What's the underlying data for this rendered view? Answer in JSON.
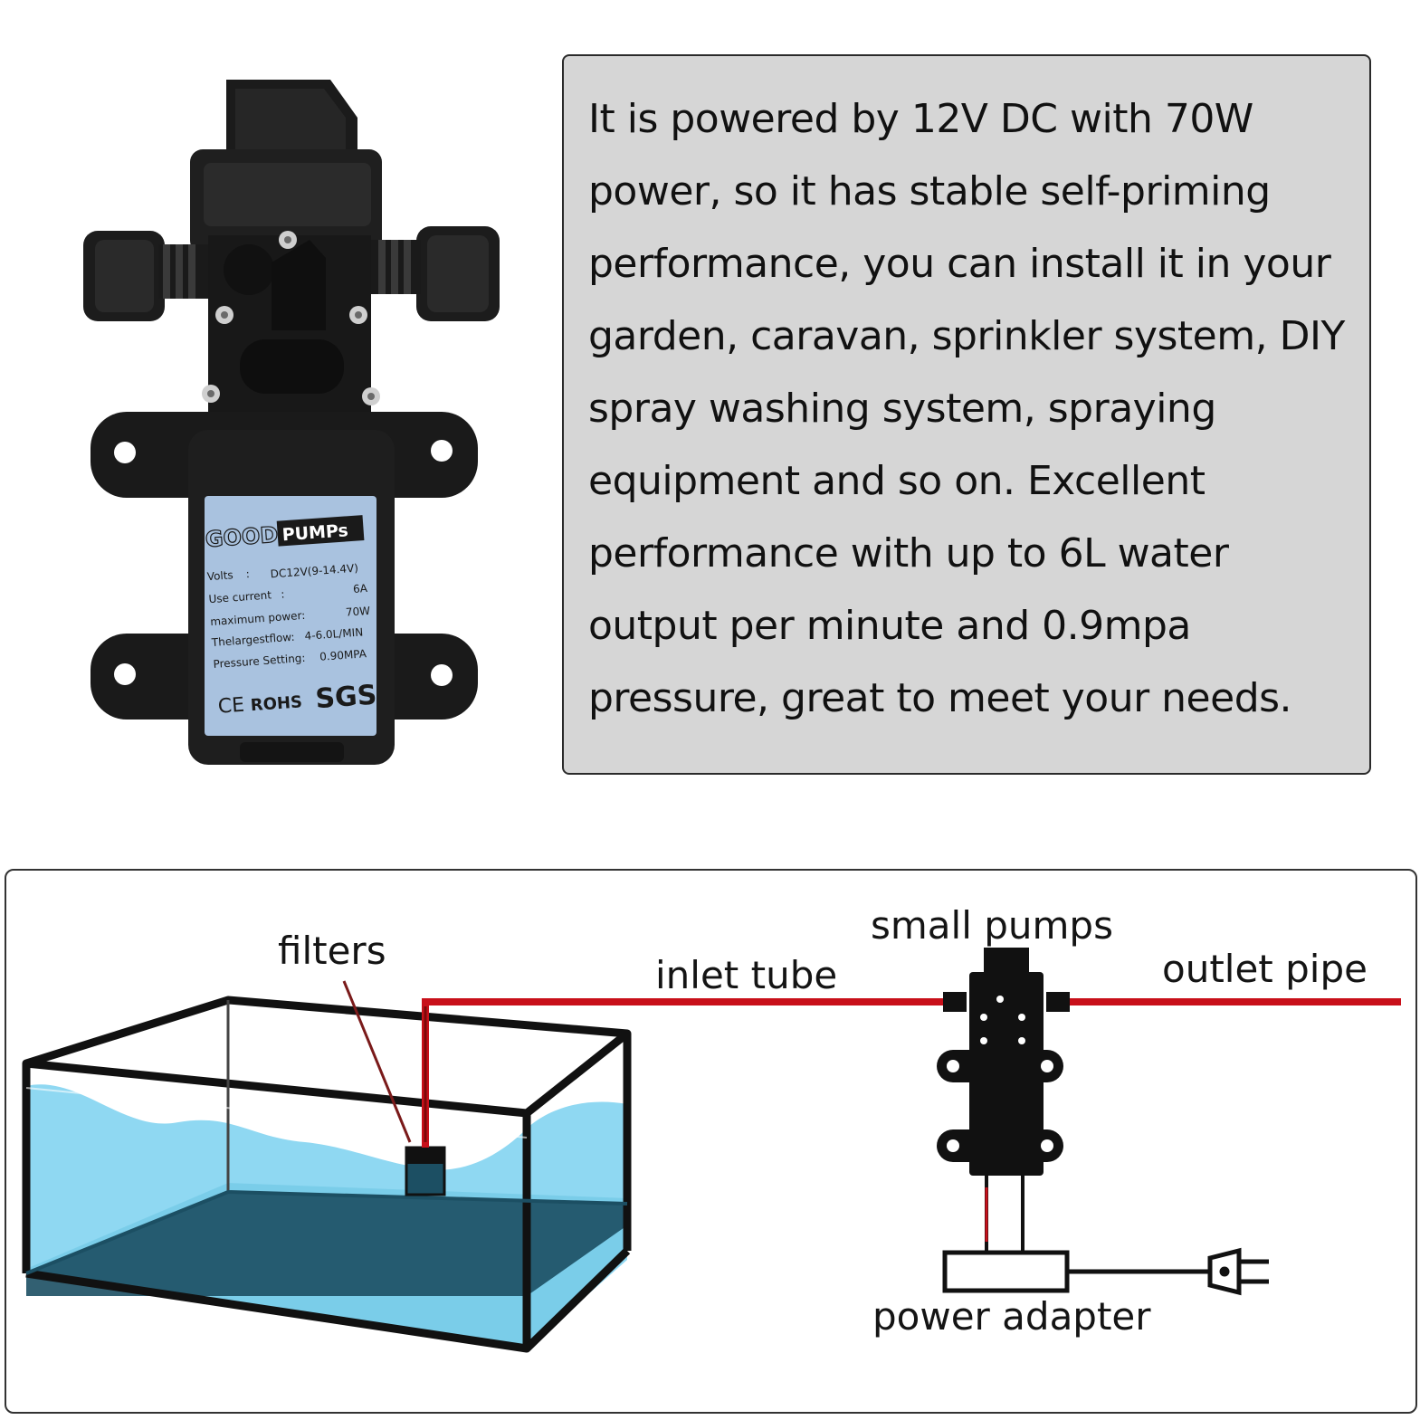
{
  "product": {
    "label": {
      "brand_left": "GOOD",
      "brand_right": "PUMPs",
      "specs": [
        {
          "key": "Volts",
          "sep": ":",
          "value": "DC12V(9-14.4V)"
        },
        {
          "key": "Use current",
          "sep": ":",
          "value": "6A"
        },
        {
          "key": "maximum power:",
          "sep": "",
          "value": "70W"
        },
        {
          "key": "Thelargestflow:",
          "sep": "",
          "value": "4-6.0L/MIN"
        },
        {
          "key": "Pressure Setting:",
          "sep": "",
          "value": "0.90MPA"
        }
      ],
      "cert_ce": "CE",
      "cert_rohs": "ROHS",
      "cert_sgs": "SGS"
    }
  },
  "description": "It is powered by 12V DC with 70W power, so it has stable self-priming performance, you can install it in your garden, caravan, sprinkler system, DIY spray washing system, spraying equipment and so on. Excellent performance with up to 6L water output per minute and 0.9mpa pressure, great to meet your needs.",
  "diagram": {
    "labels": {
      "filters": "filters",
      "inlet_tube": "inlet tube",
      "small_pumps": "small pumps",
      "outlet_pipe": "outlet pipe",
      "power_adapter": "power adapter"
    },
    "colors": {
      "pipe": "#c8101a",
      "water": "#8fd8f2",
      "water_dark": "#1c4f63",
      "outline": "#111111"
    }
  }
}
